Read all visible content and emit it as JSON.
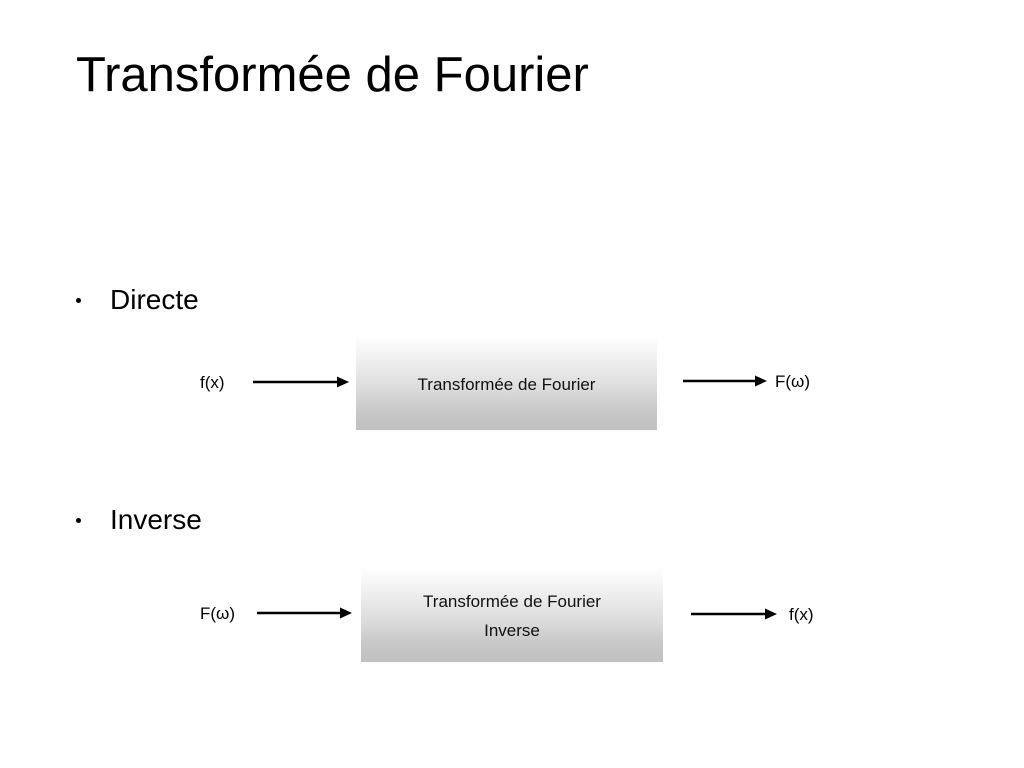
{
  "slide": {
    "title": "Transformée de Fourier",
    "background_color": "#ffffff",
    "text_color": "#000000"
  },
  "sections": [
    {
      "bullet_label": "Directe",
      "input_label": "f(x)",
      "process_label": "Transformée de Fourier",
      "output_label": "F(ω)"
    },
    {
      "bullet_label": "Inverse",
      "input_label": "F(ω)",
      "process_label": "Transformée de Fourier Inverse",
      "process_label_line1": "Transformée de Fourier",
      "process_label_line2": "Inverse",
      "output_label": "f(x)"
    }
  ],
  "style": {
    "box_gradient_top": "#fdfdfd",
    "box_gradient_bottom": "#c0c0c0",
    "arrow_color": "#000000",
    "bullet_color": "#000000"
  }
}
